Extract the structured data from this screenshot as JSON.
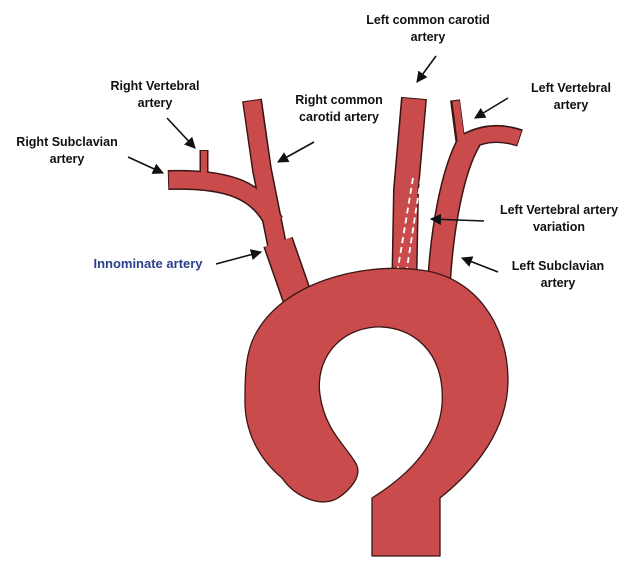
{
  "labels": {
    "left_common_carotid": "Left common carotid\nartery",
    "right_vertebral": "Right Vertebral\nartery",
    "right_common_carotid": "Right common\ncarotid artery",
    "left_vertebral": "Left Vertebral\nartery",
    "right_subclavian": "Right Subclavian\nartery",
    "left_vertebral_variation": "Left Vertebral artery\nvariation",
    "innominate": "Innominate artery",
    "left_subclavian": "Left Subclavian\nartery"
  },
  "colors": {
    "artery": "#c94b4b",
    "outline": "#3a1515",
    "label_text": "#111111",
    "innominate_label": "#2b3f8c"
  }
}
